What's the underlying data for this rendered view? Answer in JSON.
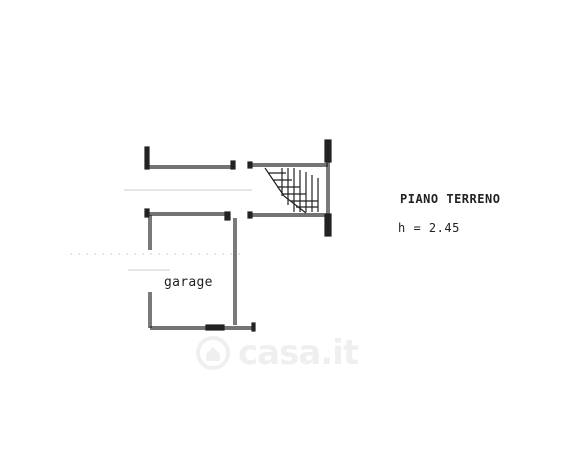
{
  "floor_label": "PIANO TERRENO",
  "height_label": "h = 2.45",
  "room_label": "garage",
  "watermark": {
    "text": "casa.it",
    "icon": "casa-logo-icon"
  },
  "colors": {
    "ink": "#222222",
    "background": "#ffffff"
  }
}
